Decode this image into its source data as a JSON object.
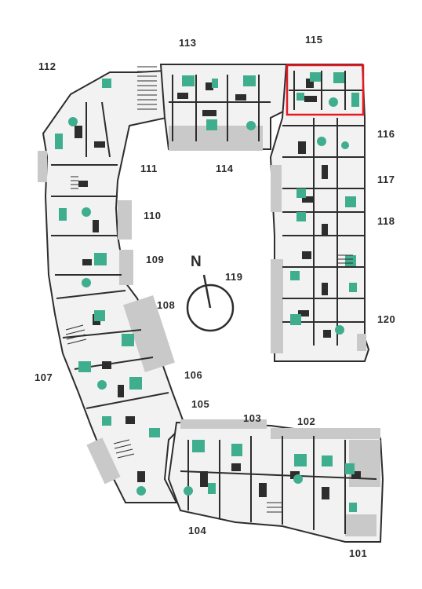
{
  "compass": {
    "label": "N"
  },
  "units": [
    {
      "id": "101",
      "label": "101"
    },
    {
      "id": "102",
      "label": "102"
    },
    {
      "id": "103",
      "label": "103"
    },
    {
      "id": "104",
      "label": "104"
    },
    {
      "id": "105",
      "label": "105"
    },
    {
      "id": "106",
      "label": "106"
    },
    {
      "id": "107",
      "label": "107"
    },
    {
      "id": "108",
      "label": "108"
    },
    {
      "id": "109",
      "label": "109"
    },
    {
      "id": "110",
      "label": "110"
    },
    {
      "id": "111",
      "label": "111"
    },
    {
      "id": "112",
      "label": "112"
    },
    {
      "id": "113",
      "label": "113"
    },
    {
      "id": "114",
      "label": "114"
    },
    {
      "id": "115",
      "label": "115"
    },
    {
      "id": "116",
      "label": "116"
    },
    {
      "id": "117",
      "label": "117"
    },
    {
      "id": "118",
      "label": "118"
    },
    {
      "id": "119",
      "label": "119"
    },
    {
      "id": "120",
      "label": "120"
    }
  ],
  "highlighted_unit": "115",
  "colors": {
    "furniture": "#3fae8e",
    "walls": "#2d2d2d",
    "floor": "#f2f2f2",
    "balcony": "#c9c9c9",
    "highlight": "#e21b23",
    "text": "#2b2b2b"
  }
}
